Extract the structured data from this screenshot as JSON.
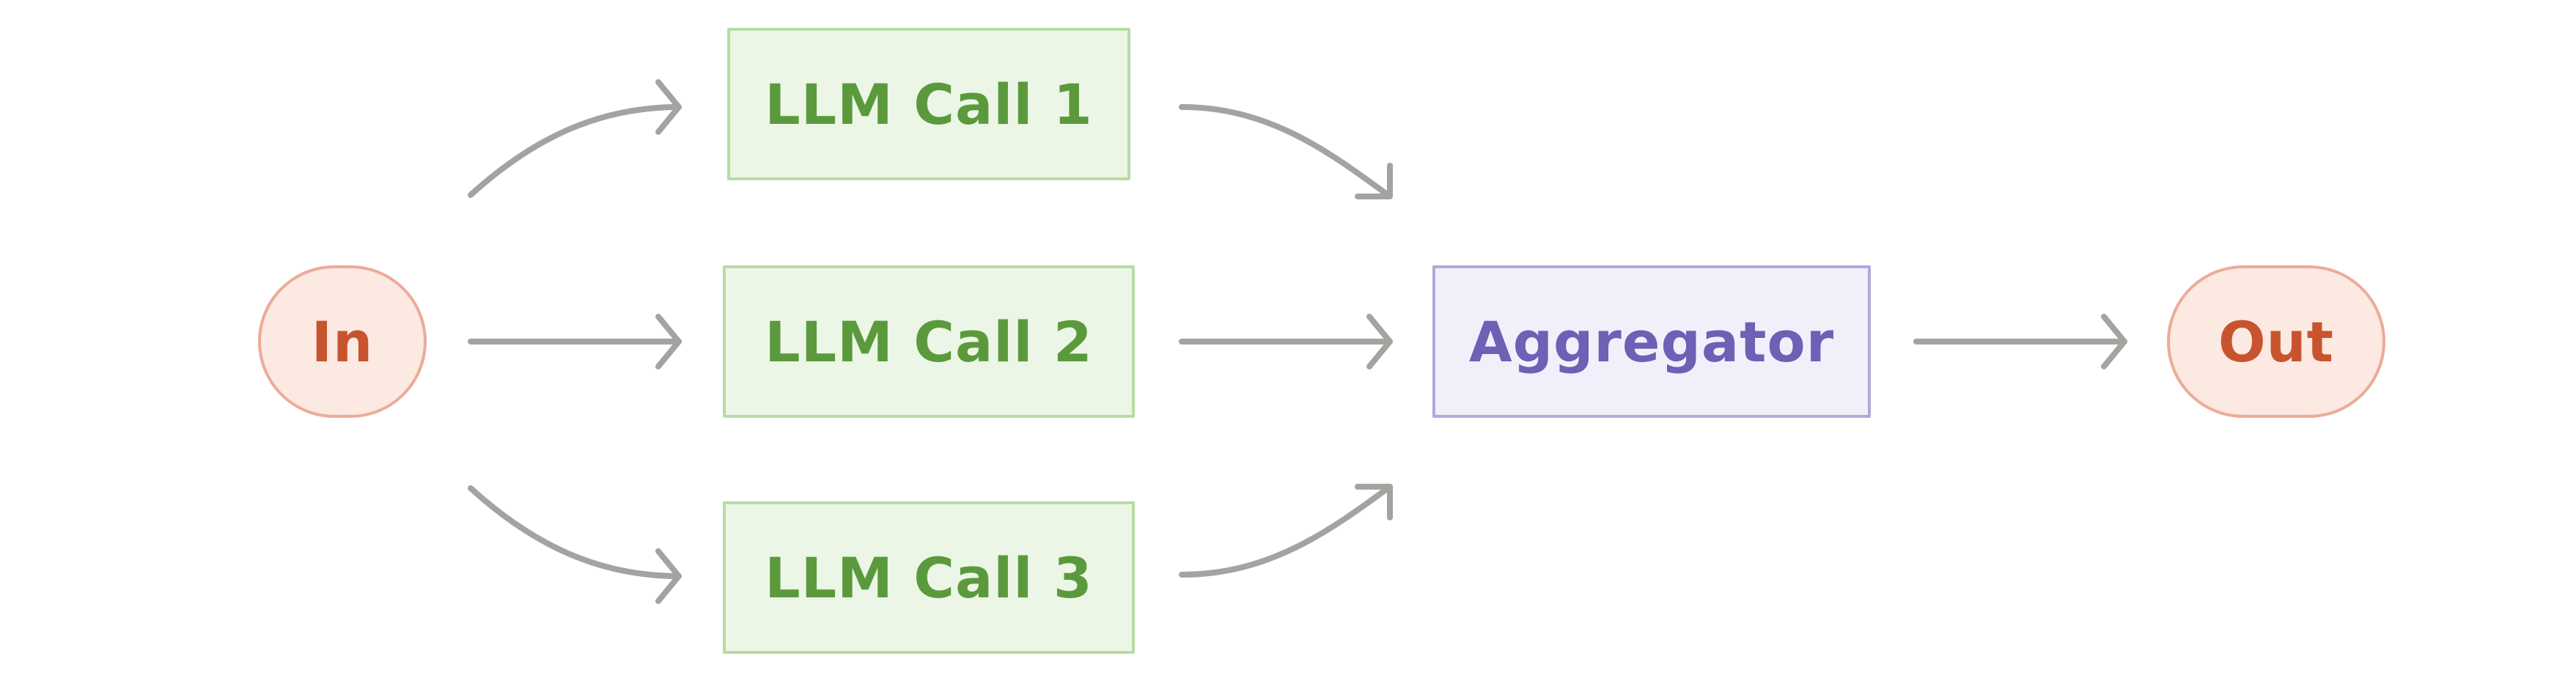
{
  "nodes": {
    "input": {
      "label": "In"
    },
    "llm_call_1": {
      "label": "LLM Call 1"
    },
    "llm_call_2": {
      "label": "LLM Call 2"
    },
    "llm_call_3": {
      "label": "LLM Call 3"
    },
    "aggregator": {
      "label": "Aggregator"
    },
    "output": {
      "label": "Out"
    }
  },
  "edges": [
    {
      "from": "input",
      "to": "llm_call_1"
    },
    {
      "from": "input",
      "to": "llm_call_2"
    },
    {
      "from": "input",
      "to": "llm_call_3"
    },
    {
      "from": "llm_call_1",
      "to": "aggregator"
    },
    {
      "from": "llm_call_2",
      "to": "aggregator"
    },
    {
      "from": "llm_call_3",
      "to": "aggregator"
    },
    {
      "from": "aggregator",
      "to": "output"
    }
  ],
  "colors": {
    "io_fill": "#fbe9e2",
    "io_border": "#ecab98",
    "io_text": "#c8542f",
    "llm_fill": "#ecf6e6",
    "llm_border": "#b6dca4",
    "llm_text": "#5b9a3c",
    "agg_fill": "#f1f0fa",
    "agg_border": "#b2a8dc",
    "agg_text": "#6d60b5",
    "arrow": "#a3a3a0"
  }
}
